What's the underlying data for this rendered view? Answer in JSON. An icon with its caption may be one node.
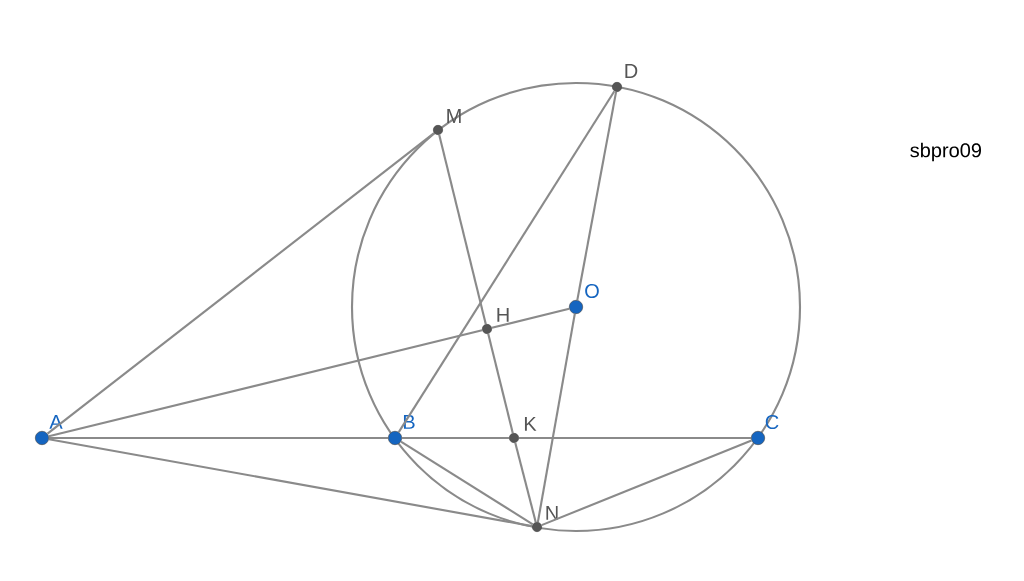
{
  "diagram": {
    "nodes": [
      {
        "text": [
          "A"
        ]
      },
      {
        "text": [
          "B"
        ]
      },
      {
        "text": [
          "C"
        ]
      },
      {
        "text": [
          "D"
        ]
      },
      {
        "text": [
          "M"
        ]
      },
      {
        "text": [
          "H"
        ]
      },
      {
        "text": [
          "O"
        ]
      },
      {
        "text": [
          "K"
        ]
      },
      {
        "text": [
          "N"
        ]
      }
    ],
    "edges": [
      {
        "from": 0,
        "to": 4,
        "arrow": "none"
      },
      {
        "from": 0,
        "to": 5,
        "arrow": "none"
      },
      {
        "from": 5,
        "to": 6,
        "arrow": "none"
      },
      {
        "from": 0,
        "to": 1,
        "arrow": "none"
      },
      {
        "from": 1,
        "to": 7,
        "arrow": "none"
      },
      {
        "from": 7,
        "to": 2,
        "arrow": "none"
      },
      {
        "from": 0,
        "to": 8,
        "arrow": "none"
      },
      {
        "from": 1,
        "to": 8,
        "arrow": "none"
      },
      {
        "from": 2,
        "to": 8,
        "arrow": "none"
      },
      {
        "from": 4,
        "to": 5,
        "arrow": "none"
      },
      {
        "from": 5,
        "to": 7,
        "arrow": "none"
      },
      {
        "from": 7,
        "to": 8,
        "arrow": "none"
      },
      {
        "from": 3,
        "to": 1,
        "arrow": "none"
      },
      {
        "from": 3,
        "to": 6,
        "arrow": "none"
      },
      {
        "from": 6,
        "to": 8,
        "arrow": "none"
      }
    ],
    "labels": [
      "sbpro09"
    ]
  }
}
